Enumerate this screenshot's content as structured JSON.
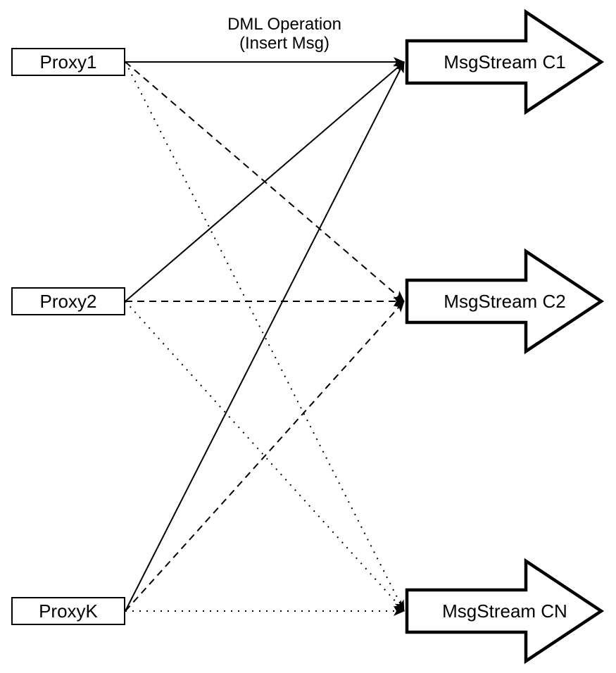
{
  "diagram": {
    "annotation": {
      "line1": "DML Operation",
      "line2": "(Insert Msg)"
    },
    "proxies": [
      {
        "id": "proxy1",
        "label": "Proxy1"
      },
      {
        "id": "proxy2",
        "label": "Proxy2"
      },
      {
        "id": "proxyk",
        "label": "ProxyK"
      }
    ],
    "streams": [
      {
        "id": "c1",
        "label": "MsgStream C1"
      },
      {
        "id": "c2",
        "label": "MsgStream C2"
      },
      {
        "id": "cn",
        "label": "MsgStream CN"
      }
    ],
    "connections": [
      {
        "from": "proxy1",
        "to": "c1",
        "style": "solid"
      },
      {
        "from": "proxy1",
        "to": "c2",
        "style": "dashed"
      },
      {
        "from": "proxy1",
        "to": "cn",
        "style": "dotted"
      },
      {
        "from": "proxy2",
        "to": "c1",
        "style": "solid"
      },
      {
        "from": "proxy2",
        "to": "c2",
        "style": "dashed"
      },
      {
        "from": "proxy2",
        "to": "cn",
        "style": "dotted"
      },
      {
        "from": "proxyk",
        "to": "c1",
        "style": "solid"
      },
      {
        "from": "proxyk",
        "to": "c2",
        "style": "dashed"
      },
      {
        "from": "proxyk",
        "to": "cn",
        "style": "dotted"
      }
    ],
    "colors": {
      "stroke": "#000000",
      "fill": "#ffffff"
    }
  }
}
